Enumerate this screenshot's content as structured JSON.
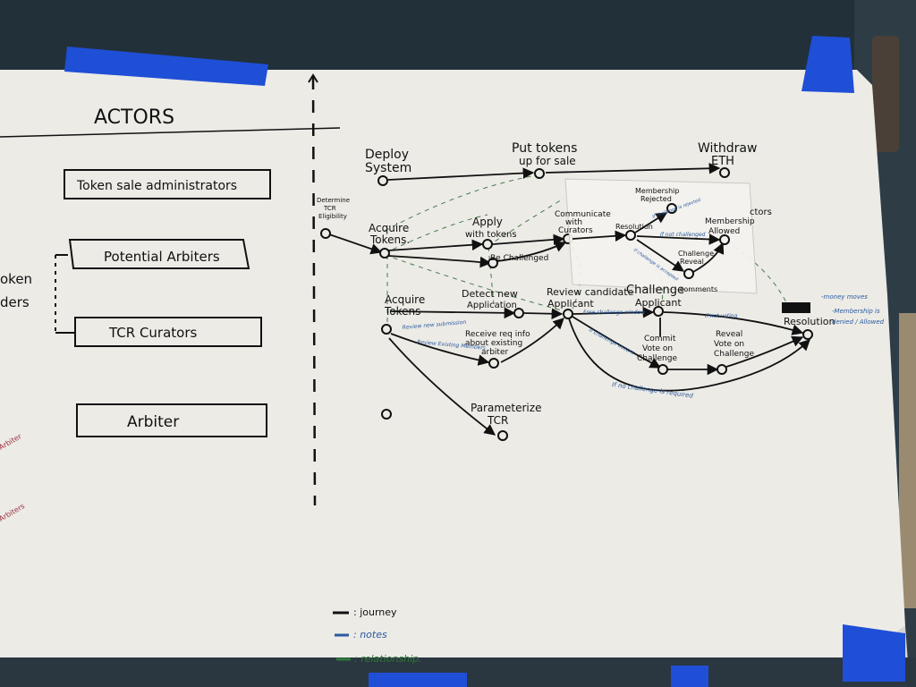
{
  "actors": {
    "heading": "ACTORS",
    "items": [
      "Token sale administrators",
      "Potential Arbiters",
      "TCR Curators",
      "Arbiter"
    ],
    "cutoff_left": [
      "oken",
      "ders"
    ]
  },
  "nodes": {
    "deploy": [
      "Deploy",
      "System"
    ],
    "put_tokens": [
      "Put tokens",
      "up for sale"
    ],
    "withdraw": [
      "Withdraw",
      "ETH"
    ],
    "determine": [
      "Determine",
      "TCR",
      "Eligibility"
    ],
    "acquire1": [
      "Acquire",
      "Tokens."
    ],
    "apply": [
      "Apply",
      "with tokens"
    ],
    "be_challenged": "Be Challenged",
    "communicate": [
      "Communicate",
      "with",
      "Curators"
    ],
    "resolution_top": "Resolution",
    "membership_rejected": [
      "Membership",
      "Rejected"
    ],
    "membership_allowed": [
      "Membership",
      "Allowed"
    ],
    "challenge_reveal": [
      "Challenge",
      "Reveal"
    ],
    "acquire2": [
      "Acquire",
      "Tokens"
    ],
    "detect": [
      "Detect new",
      "Application"
    ],
    "review": [
      "Review candidate",
      "Applicant"
    ],
    "challenge": [
      "Challenge",
      "Applicant"
    ],
    "challenge_suffix": "comments",
    "receive": [
      "Receive req info",
      "about existing",
      "arbiter"
    ],
    "commit": [
      "Commit",
      "Vote on",
      "Challenge"
    ],
    "reveal": [
      "Reveal",
      "Vote on",
      "Challenge"
    ],
    "resolution": "Resolution",
    "parameterize": [
      "Parameterize",
      "TCR"
    ],
    "cutoff_right": "ctors"
  },
  "notes": {
    "review_new": "Review new submission",
    "review_existing": "Review Existing Members",
    "free_challenge": "Free challenge window",
    "if_challenge_occurs": "If challenge occurs",
    "if_not_voting": "If not voting",
    "if_no_challenge": "If no challenge is required",
    "if_not_challenged": "If not challenged",
    "if_challenge_rejected": "If challenge is rejected",
    "if_challenge_accepted": "If challenge is accepted",
    "money_moves": "-money moves",
    "membership_outcome": [
      "-Membership is",
      "denied / Allowed"
    ],
    "left_edge_a": "Arbiter",
    "left_edge_b": "Arbiters"
  },
  "legend": {
    "journey": ": journey",
    "notes": ": notes",
    "relationship": ": relationship."
  },
  "colors": {
    "background": "#22303a",
    "paper": "#ecebe6",
    "ink": "#111111",
    "note_ink": "#2a5aa0",
    "relationship_ink": "#2f7a3a",
    "tape": "#1f4fd6"
  }
}
